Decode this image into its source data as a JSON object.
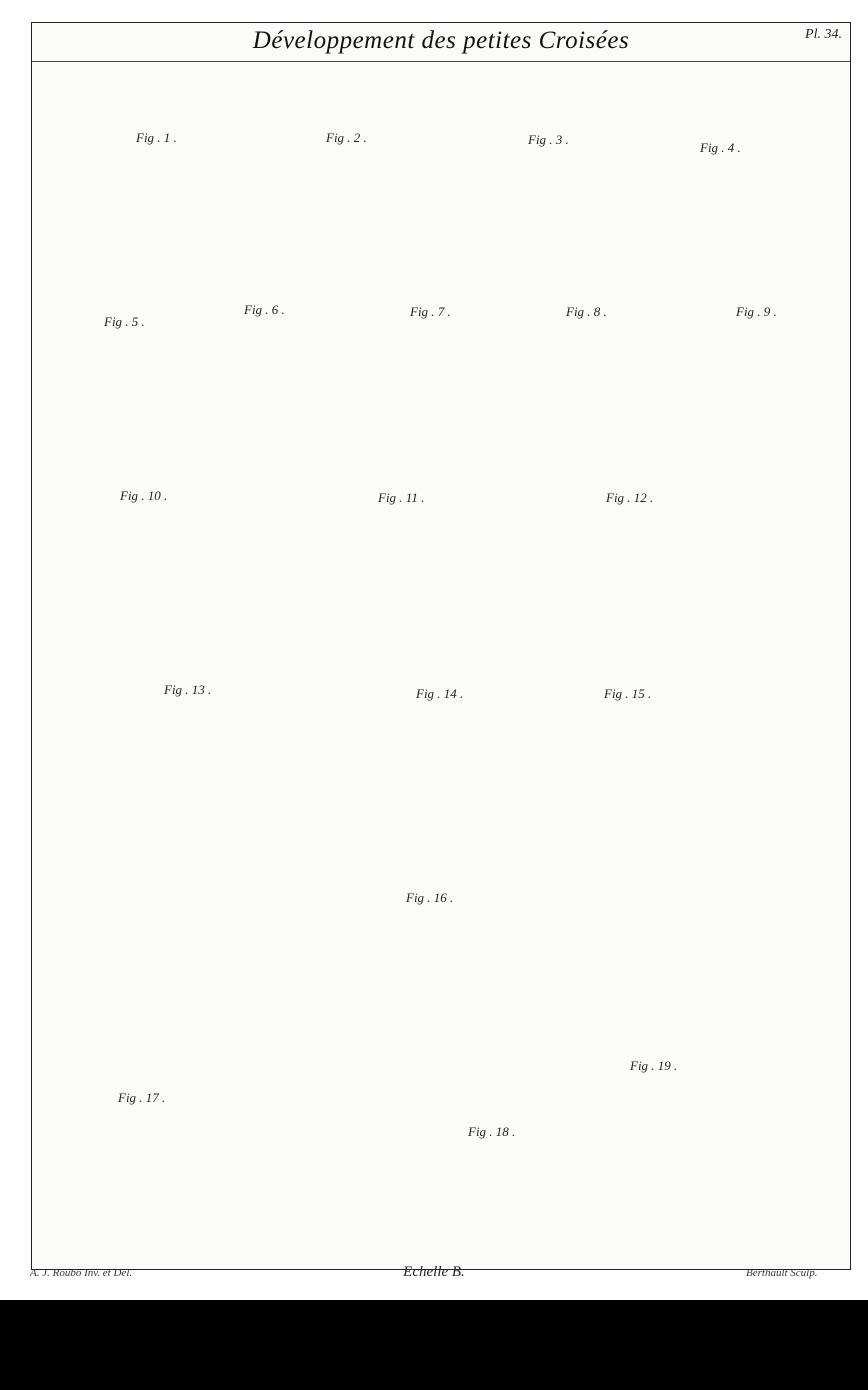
{
  "plate": {
    "title": "Développement des petites Croisées",
    "plate_number": "Pl. 34.",
    "scale_label": "Echelle B.",
    "engraver_left": "A. J. Roubo Inv. et Del.",
    "engraver_right": "Berthault Sculp."
  },
  "figures": [
    {
      "label": "Fig . 1 ."
    },
    {
      "label": "Fig . 2 ."
    },
    {
      "label": "Fig . 3 ."
    },
    {
      "label": "Fig . 4 ."
    },
    {
      "label": "Fig . 5 ."
    },
    {
      "label": "Fig . 6 ."
    },
    {
      "label": "Fig . 7 ."
    },
    {
      "label": "Fig . 8 ."
    },
    {
      "label": "Fig . 9 ."
    },
    {
      "label": "Fig . 10 ."
    },
    {
      "label": "Fig . 11 ."
    },
    {
      "label": "Fig . 12 ."
    },
    {
      "label": "Fig . 13 ."
    },
    {
      "label": "Fig . 14 ."
    },
    {
      "label": "Fig . 15 ."
    },
    {
      "label": "Fig . 16 ."
    },
    {
      "label": "Fig . 17 ."
    },
    {
      "label": "Fig . 18 ."
    },
    {
      "label": "Fig . 19 ."
    }
  ],
  "colors": {
    "wood": "#8c8c8c",
    "wood_dark": "#555555",
    "stone": "#e4e4e2",
    "ink": "#1a1a1a"
  }
}
